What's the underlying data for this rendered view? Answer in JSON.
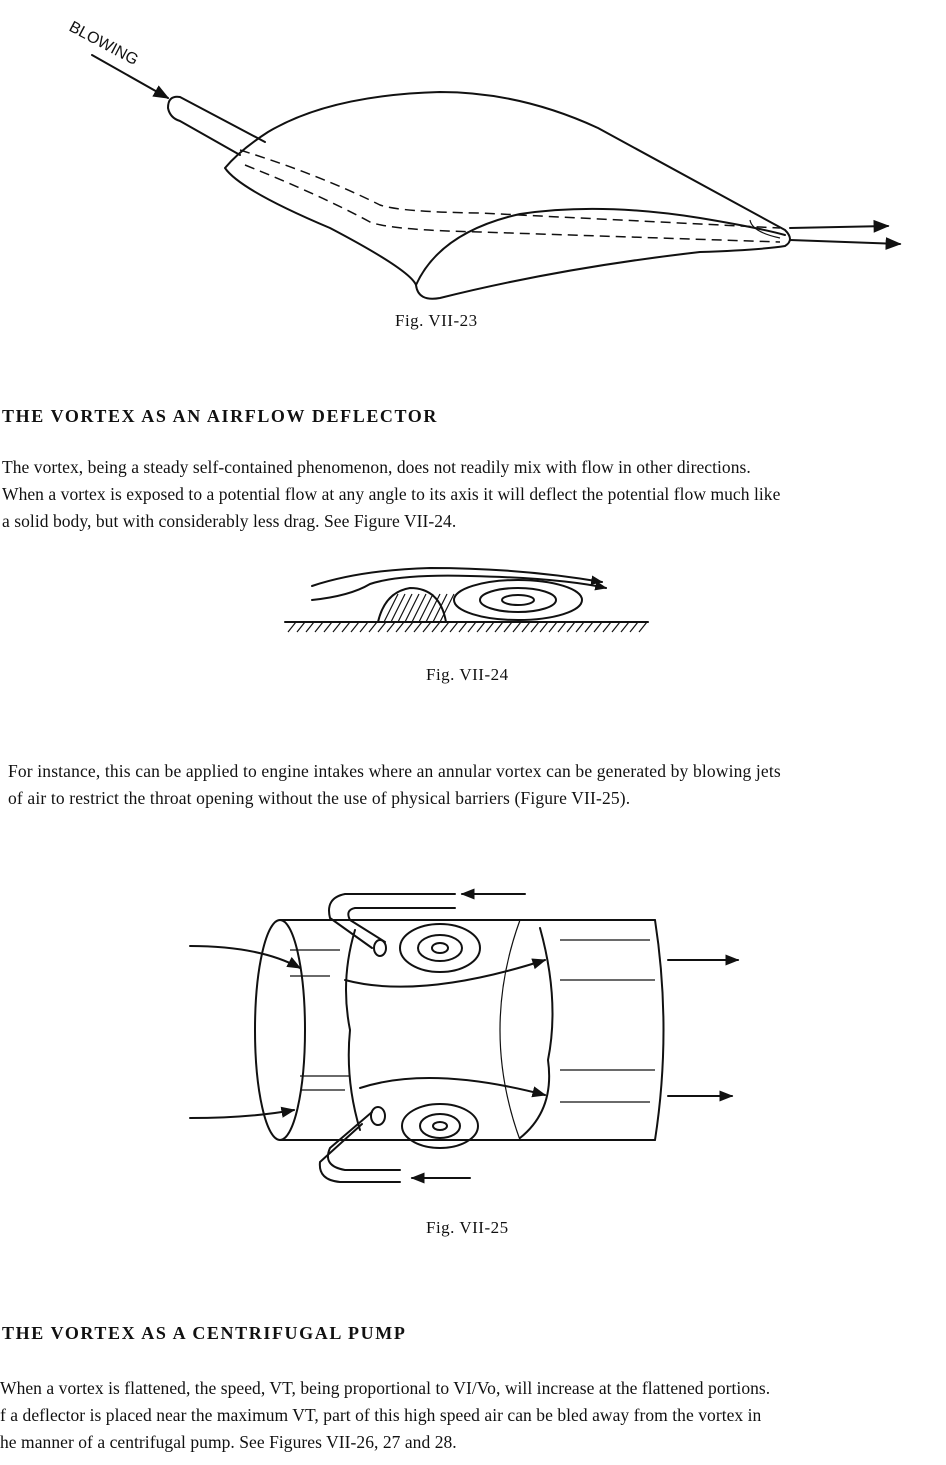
{
  "figures": {
    "fig23": {
      "caption": "Fig. VII-23",
      "label": "BLOWING"
    },
    "fig24": {
      "caption": "Fig. VII-24"
    },
    "fig25": {
      "caption": "Fig. VII-25"
    }
  },
  "sections": [
    {
      "heading": "THE VORTEX AS AN AIRFLOW DEFLECTOR",
      "lines": [
        "The vortex, being a steady self-contained phenomenon, does not readily mix with flow in other directions.",
        "When a vortex is exposed to a potential flow at any angle to its axis it will deflect the potential flow much like",
        "a solid body, but with considerably less drag. See Figure VII-24."
      ]
    },
    {
      "heading": "THE VORTEX AS A CENTRIFUGAL PUMP",
      "lines": [
        "When a vortex is flattened, the speed, VT, being proportional to VI/Vo, will increase at the flattened portions.",
        "f a deflector is placed near the maximum VT, part of this high speed air can be bled away from the vortex in",
        "he manner of a centrifugal pump. See Figures VII-26, 27 and 28."
      ]
    }
  ],
  "middle_paragraph": {
    "lines": [
      "For instance, this can be applied to engine intakes where an annular vortex can be generated by blowing jets",
      "of air to restrict the throat opening without the use of physical barriers (Figure VII-25)."
    ]
  }
}
